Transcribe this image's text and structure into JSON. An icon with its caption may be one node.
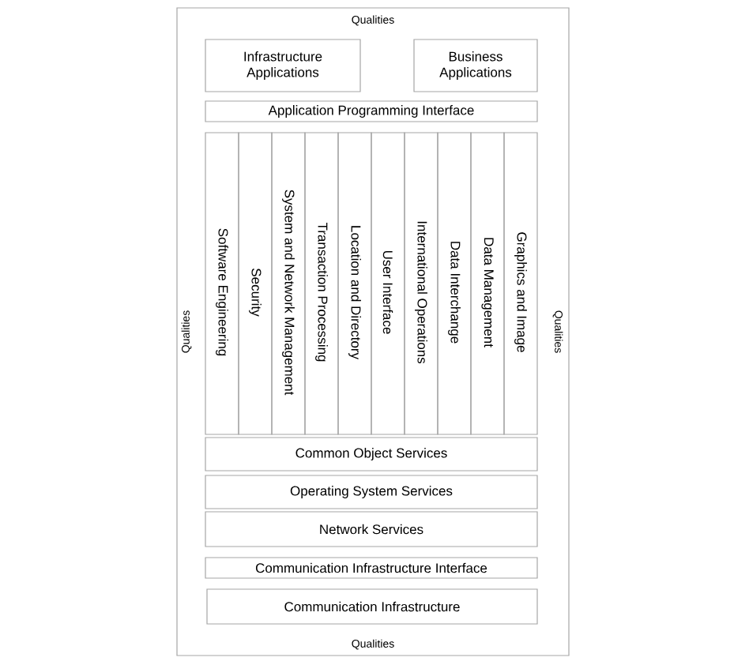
{
  "diagram": {
    "nodes": [
      {
        "text": [
          "Qualities",
          "Qualities",
          "Qualities",
          "Qualities"
        ]
      },
      {
        "text": [
          "Infrastructure Applications"
        ],
        "in": 0
      },
      {
        "text": [
          "Business Applications"
        ],
        "in": 0
      },
      {
        "text": [
          "Application Programming Interface"
        ],
        "in": 0
      },
      {
        "text": [
          "Software Engineering"
        ],
        "in": 0
      },
      {
        "text": [
          "Security"
        ],
        "in": 0
      },
      {
        "text": [
          "System and Network Management"
        ],
        "in": 0
      },
      {
        "text": [
          "Transaction Processing"
        ],
        "in": 0
      },
      {
        "text": [
          "Location and Directory"
        ],
        "in": 0
      },
      {
        "text": [
          "User Interface"
        ],
        "in": 0
      },
      {
        "text": [
          "International Operations"
        ],
        "in": 0
      },
      {
        "text": [
          "Data Interchange"
        ],
        "in": 0
      },
      {
        "text": [
          "Data Management"
        ],
        "in": 0
      },
      {
        "text": [
          "Graphics and Image"
        ],
        "in": 0
      },
      {
        "text": [
          "Common Object Services"
        ],
        "in": 0
      },
      {
        "text": [
          "Operating System Services"
        ],
        "in": 0
      },
      {
        "text": [
          "Network Services"
        ],
        "in": 0
      },
      {
        "text": [
          "Communication Infrastructure Interface"
        ],
        "in": 0
      },
      {
        "text": [
          "Communication Infrastructure"
        ],
        "in": 0
      }
    ],
    "edges": []
  }
}
